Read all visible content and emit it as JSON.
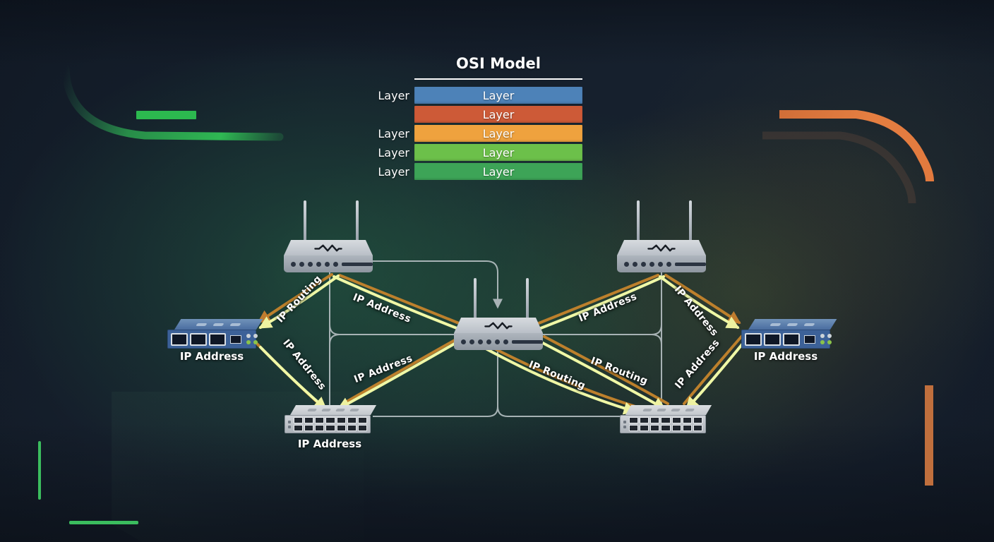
{
  "osi_model": {
    "title": "OSI Model",
    "rows": [
      {
        "side_label": "Layer",
        "bar_label": "Layer",
        "color": "#4d82b8"
      },
      {
        "side_label": "",
        "bar_label": "Layer",
        "color": "#cd5a37"
      },
      {
        "side_label": "Layer",
        "bar_label": "Layer",
        "color": "#efa23e"
      },
      {
        "side_label": "Layer",
        "bar_label": "Layer",
        "color": "#6cc04a"
      },
      {
        "side_label": "Layer",
        "bar_label": "Layer",
        "color": "#3da457"
      }
    ]
  },
  "devices": {
    "router_top_left": {
      "type": "wireless-router",
      "label": ""
    },
    "router_top_right": {
      "type": "wireless-router",
      "label": ""
    },
    "router_center": {
      "type": "wireless-router",
      "label": ""
    },
    "switch_left": {
      "type": "switch",
      "label": "IP Address"
    },
    "switch_right": {
      "type": "switch",
      "label": "IP Address"
    },
    "switch_bottom_left": {
      "type": "switch",
      "label": "IP Address"
    },
    "switch_bottom_right": {
      "type": "switch",
      "label": ""
    }
  },
  "connections": [
    {
      "id": "tl-router-to-left-switch",
      "label": "IP Routing"
    },
    {
      "id": "tl-router-to-center-router",
      "label": "IP Address"
    },
    {
      "id": "left-switch-to-bl-switch",
      "label": "IP Address"
    },
    {
      "id": "center-router-to-bl-switch",
      "label": "IP Address"
    },
    {
      "id": "center-router-to-tr-router",
      "label": "IP Address"
    },
    {
      "id": "tr-router-to-right-switch",
      "label": "IP Address"
    },
    {
      "id": "center-router-to-br-switch-a",
      "label": "IP Routing"
    },
    {
      "id": "center-router-to-br-switch-b",
      "label": "IP Routing"
    },
    {
      "id": "right-switch-to-br-switch",
      "label": "IP Address"
    }
  ],
  "colors": {
    "connection_orange": "#bd802c",
    "connection_yellow": "#f0f8a6",
    "frame_gray": "#b6c0c3",
    "accent_green": "#2cb94f",
    "accent_orange": "#e0783e"
  }
}
